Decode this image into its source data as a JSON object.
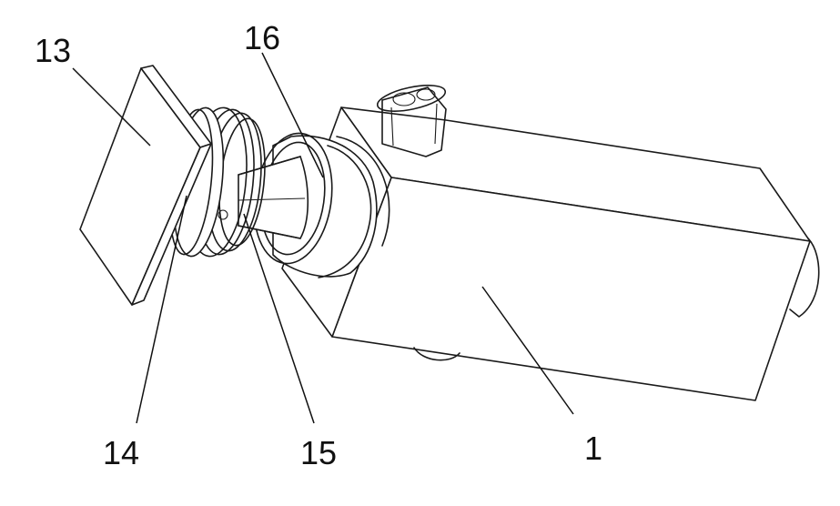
{
  "labels": {
    "part_13": "13",
    "part_14": "14",
    "part_15": "15",
    "part_16": "16",
    "part_1": "1"
  }
}
